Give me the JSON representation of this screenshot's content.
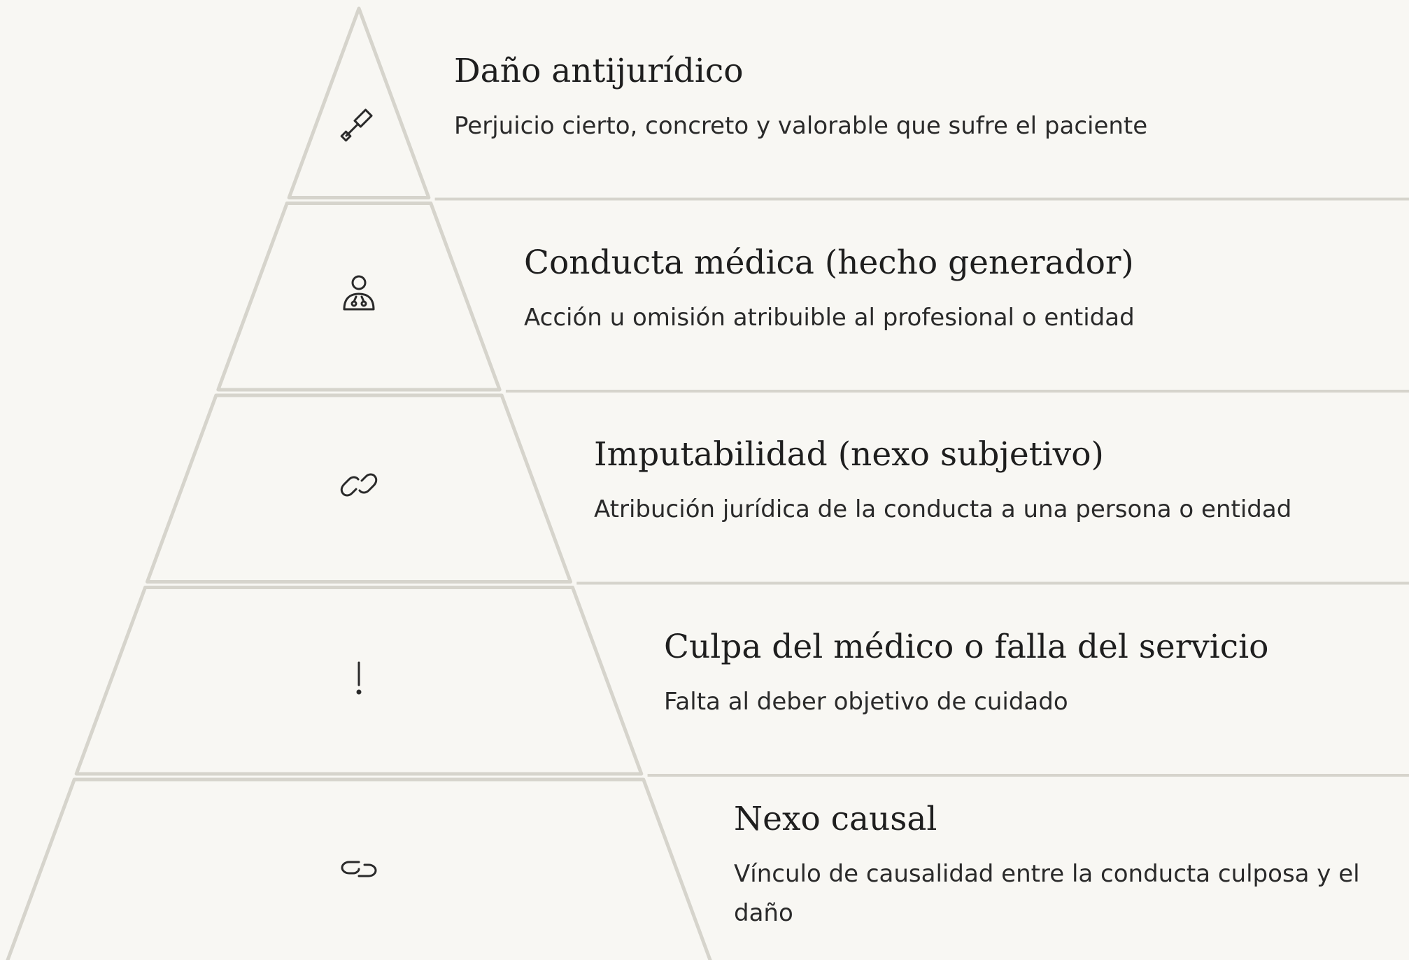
{
  "diagram": {
    "type": "pyramid",
    "colors": {
      "background": "#f8f7f3",
      "outline": "#d6d4cc",
      "title": "#1e1e1e",
      "text": "#2a2a2a",
      "icon": "#2a2a2a"
    },
    "tiers": [
      {
        "title": "Daño antijurídico",
        "description": "Perjuicio cierto, concreto y valorable que sufre el paciente",
        "icon": "gavel-icon"
      },
      {
        "title": "Conducta médica (hecho generador)",
        "description": "Acción u omisión atribuible al profesional o entidad",
        "icon": "doctor-icon"
      },
      {
        "title": "Imputabilidad (nexo subjetivo)",
        "description": "Atribución jurídica de la conducta a una persona o entidad",
        "icon": "link-icon"
      },
      {
        "title": "Culpa del médico o falla del servicio",
        "description": "Falta al deber objetivo de cuidado",
        "icon": "exclamation-icon"
      },
      {
        "title": "Nexo causal",
        "description": "Vínculo de causalidad entre la conducta culposa y el daño",
        "icon": "chain-link-icon"
      }
    ]
  }
}
